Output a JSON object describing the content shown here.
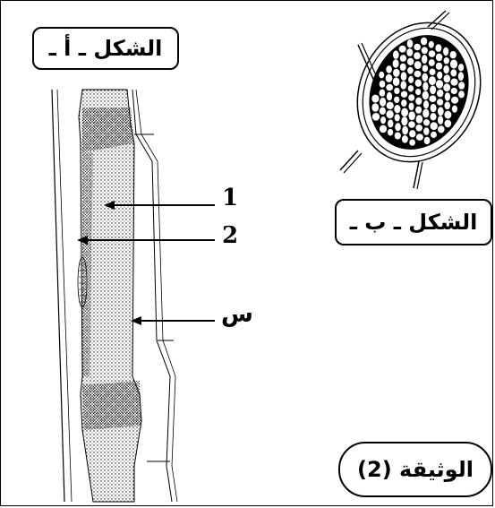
{
  "figure_a_label": "الشكل ـ أ ـ",
  "figure_b_label": "الشكل ـ ب ـ",
  "document_label": "الوثيقة (2)",
  "annotations": {
    "label_1": "1",
    "label_2": "2",
    "label_s": "س"
  }
}
